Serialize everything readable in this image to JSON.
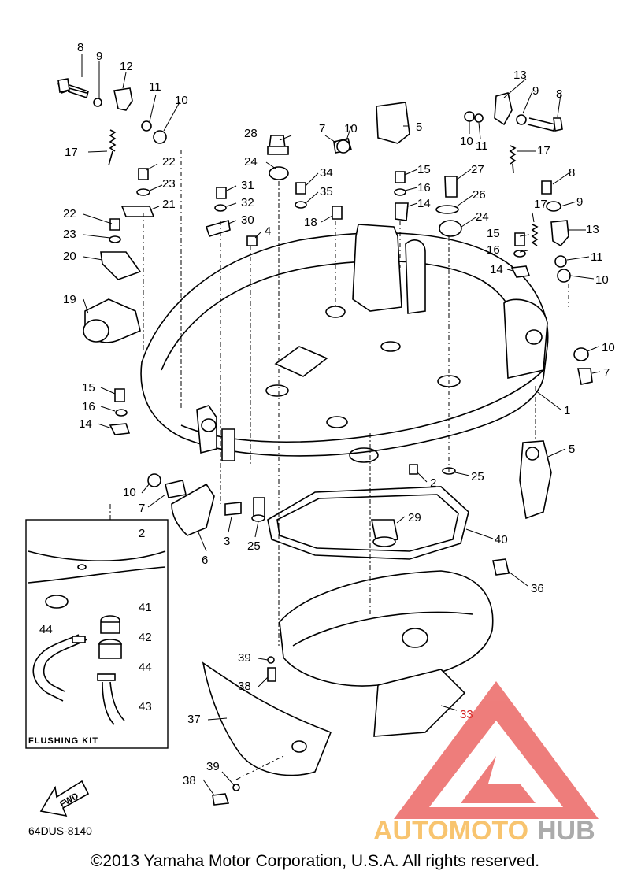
{
  "diagram_code": "64DUS-8140",
  "copyright": "©2013 Yamaha Motor Corporation, U.S.A. All rights reserved.",
  "flushing_kit_title": "FLUSHING KIT",
  "fwd_label": "FWD",
  "watermark": {
    "brand_part1": "AUTOMOTO",
    "brand_part2": "HUB",
    "color_orange": "#f5a623",
    "color_gray": "#7f7f7f",
    "color_red": "#e53935"
  },
  "callouts": [
    {
      "id": "c8a",
      "text": "8"
    },
    {
      "id": "c9a",
      "text": "9"
    },
    {
      "id": "c12",
      "text": "12"
    },
    {
      "id": "c11a",
      "text": "11"
    },
    {
      "id": "c10a",
      "text": "10"
    },
    {
      "id": "c17a",
      "text": "17"
    },
    {
      "id": "c22a",
      "text": "22"
    },
    {
      "id": "c23a",
      "text": "23"
    },
    {
      "id": "c21",
      "text": "21"
    },
    {
      "id": "c22b",
      "text": "22"
    },
    {
      "id": "c23b",
      "text": "23"
    },
    {
      "id": "c20",
      "text": "20"
    },
    {
      "id": "c19",
      "text": "19"
    },
    {
      "id": "c28",
      "text": "28"
    },
    {
      "id": "c7a",
      "text": "7"
    },
    {
      "id": "c10b",
      "text": "10"
    },
    {
      "id": "c5a",
      "text": "5"
    },
    {
      "id": "c24a",
      "text": "24"
    },
    {
      "id": "c31",
      "text": "31"
    },
    {
      "id": "c32",
      "text": "32"
    },
    {
      "id": "c30",
      "text": "30"
    },
    {
      "id": "c4",
      "text": "4"
    },
    {
      "id": "c34",
      "text": "34"
    },
    {
      "id": "c35",
      "text": "35"
    },
    {
      "id": "c18",
      "text": "18"
    },
    {
      "id": "c13a",
      "text": "13"
    },
    {
      "id": "c9b",
      "text": "9"
    },
    {
      "id": "c8b",
      "text": "8"
    },
    {
      "id": "c10c",
      "text": "10"
    },
    {
      "id": "c11b",
      "text": "11"
    },
    {
      "id": "c17b",
      "text": "17"
    },
    {
      "id": "c15a",
      "text": "15"
    },
    {
      "id": "c27",
      "text": "27"
    },
    {
      "id": "c16a",
      "text": "16"
    },
    {
      "id": "c14a",
      "text": "14"
    },
    {
      "id": "c26",
      "text": "26"
    },
    {
      "id": "c24b",
      "text": "24"
    },
    {
      "id": "c8c",
      "text": "8"
    },
    {
      "id": "c9c",
      "text": "9"
    },
    {
      "id": "c17c",
      "text": "17"
    },
    {
      "id": "c15b",
      "text": "15"
    },
    {
      "id": "c13b",
      "text": "13"
    },
    {
      "id": "c16b",
      "text": "16"
    },
    {
      "id": "c11c",
      "text": "11"
    },
    {
      "id": "c14b",
      "text": "14"
    },
    {
      "id": "c10d",
      "text": "10"
    },
    {
      "id": "c10e",
      "text": "10"
    },
    {
      "id": "c7b",
      "text": "7"
    },
    {
      "id": "c1",
      "text": "1"
    },
    {
      "id": "c15c",
      "text": "15"
    },
    {
      "id": "c16c",
      "text": "16"
    },
    {
      "id": "c14c",
      "text": "14"
    },
    {
      "id": "c5b",
      "text": "5"
    },
    {
      "id": "c10f",
      "text": "10"
    },
    {
      "id": "c7c",
      "text": "7"
    },
    {
      "id": "c2a",
      "text": "2"
    },
    {
      "id": "c25a",
      "text": "25"
    },
    {
      "id": "c3",
      "text": "3"
    },
    {
      "id": "c25b",
      "text": "25"
    },
    {
      "id": "c6",
      "text": "6"
    },
    {
      "id": "c29",
      "text": "29"
    },
    {
      "id": "c40",
      "text": "40"
    },
    {
      "id": "c36",
      "text": "36"
    },
    {
      "id": "c2b",
      "text": "2"
    },
    {
      "id": "c41",
      "text": "41"
    },
    {
      "id": "c42",
      "text": "42"
    },
    {
      "id": "c44a",
      "text": "44"
    },
    {
      "id": "c44b",
      "text": "44"
    },
    {
      "id": "c43",
      "text": "43"
    },
    {
      "id": "c39a",
      "text": "39"
    },
    {
      "id": "c38a",
      "text": "38"
    },
    {
      "id": "c37",
      "text": "37"
    },
    {
      "id": "c33",
      "text": "33"
    },
    {
      "id": "c39b",
      "text": "39"
    },
    {
      "id": "c38b",
      "text": "38"
    }
  ]
}
